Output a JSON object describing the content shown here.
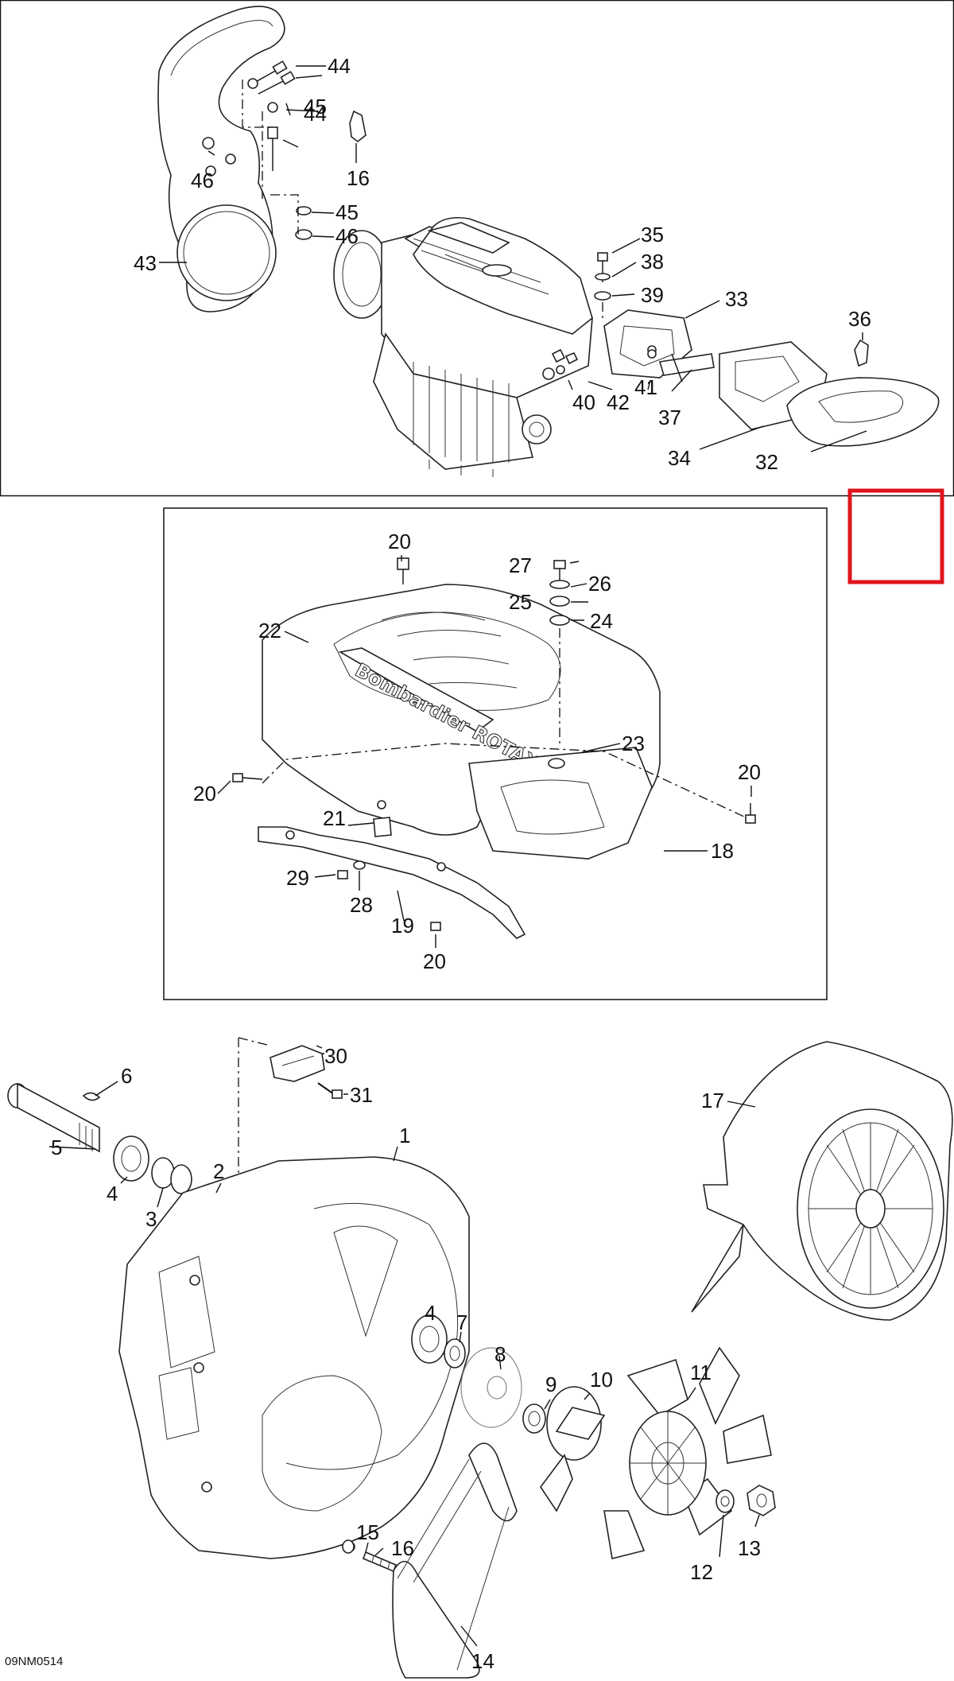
{
  "diagram_code": "09NM0514",
  "callouts": {
    "c1": "1",
    "c2": "2",
    "c3": "3",
    "c4a": "4",
    "c4b": "4",
    "c5": "5",
    "c6": "6",
    "c7": "7",
    "c8": "8",
    "c9": "9",
    "c10": "10",
    "c11": "11",
    "c12": "12",
    "c13": "13",
    "c14": "14",
    "c15": "15",
    "c16a": "16",
    "c16b": "16",
    "c17": "17",
    "c18": "18",
    "c19": "19",
    "c20a": "20",
    "c20b": "20",
    "c20c": "20",
    "c20d": "20",
    "c21": "21",
    "c22": "22",
    "c23": "23",
    "c24": "24",
    "c25": "25",
    "c26": "26",
    "c27": "27",
    "c28": "28",
    "c29": "29",
    "c30": "30",
    "c31": "31",
    "c32": "32",
    "c33": "33",
    "c34": "34",
    "c35": "35",
    "c36": "36",
    "c37": "37",
    "c38": "38",
    "c39": "39",
    "c40": "40",
    "c41": "41",
    "c42": "42",
    "c43": "43",
    "c44a": "44",
    "c44b": "44",
    "c45a": "45",
    "c45b": "45",
    "c46a": "46",
    "c46b": "46"
  },
  "cover_logo_text": "Bombardier ROTAX",
  "colors": {
    "highlight": "#e0141e",
    "line": "#111111"
  }
}
